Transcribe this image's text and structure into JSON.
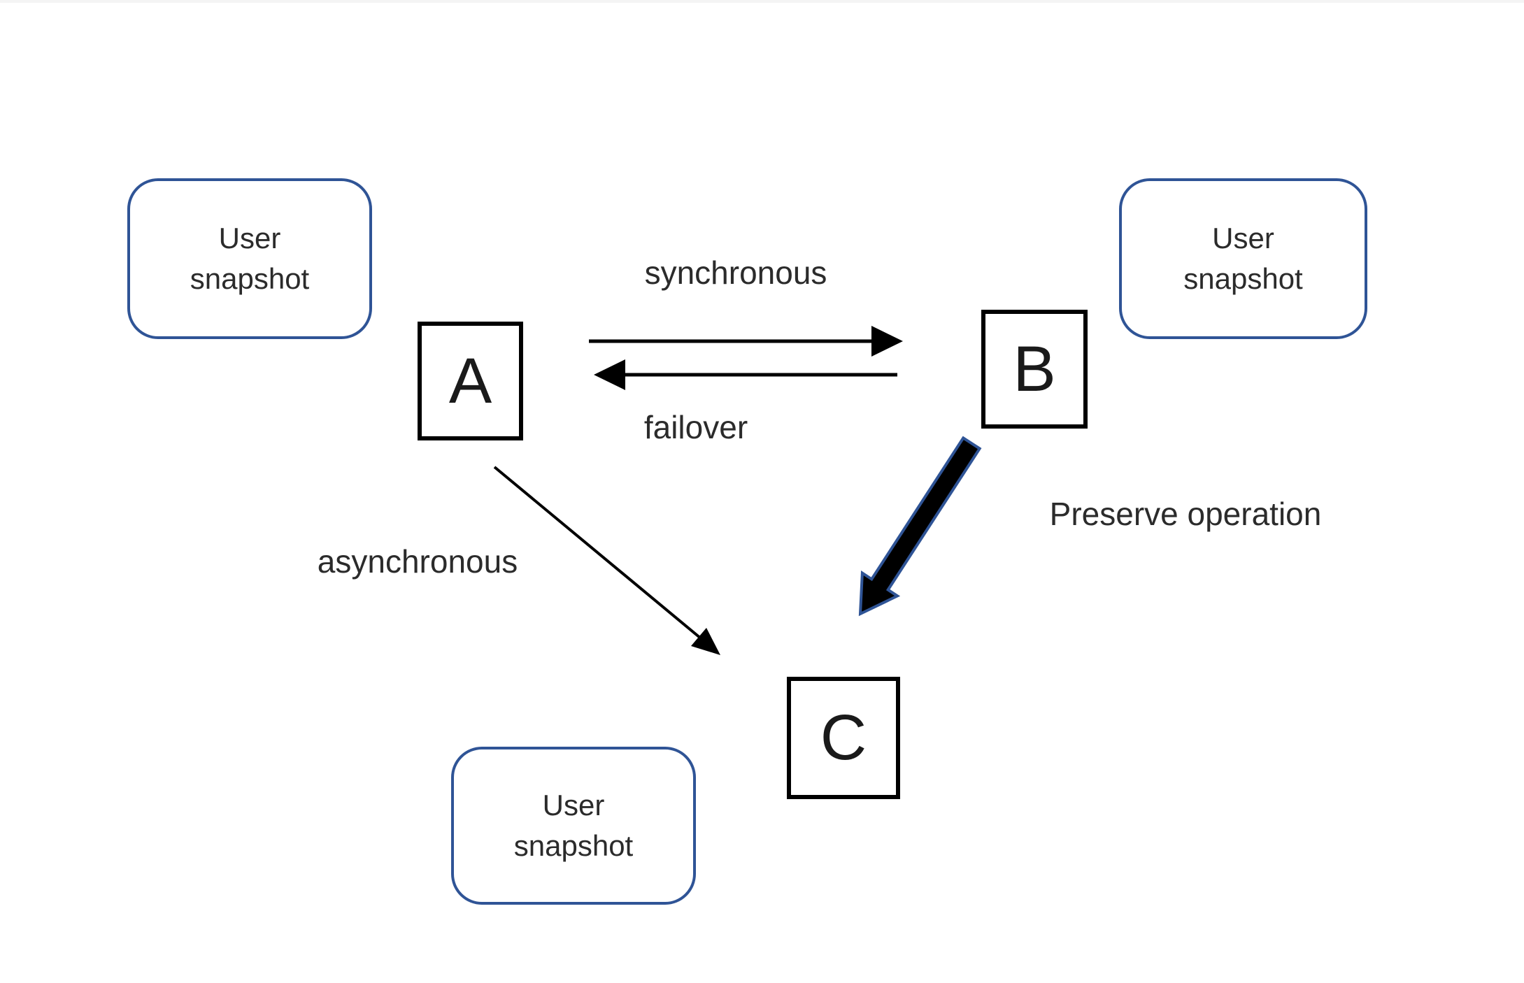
{
  "diagram": {
    "colors": {
      "accent_blue": "#2f5496",
      "line_black": "#000000",
      "text": "#2b2b2b"
    },
    "nodes": {
      "a": {
        "label": "A"
      },
      "b": {
        "label": "B"
      },
      "c": {
        "label": "C"
      }
    },
    "snapshots": {
      "top_left": {
        "line1": "User",
        "line2": "snapshot"
      },
      "top_right": {
        "line1": "User",
        "line2": "snapshot"
      },
      "bottom": {
        "line1": "User",
        "line2": "snapshot"
      }
    },
    "edges": {
      "synchronous": {
        "label": "synchronous"
      },
      "failover": {
        "label": "failover"
      },
      "asynchronous": {
        "label": "asynchronous"
      },
      "preserve_operation": {
        "label": "Preserve operation"
      }
    }
  }
}
